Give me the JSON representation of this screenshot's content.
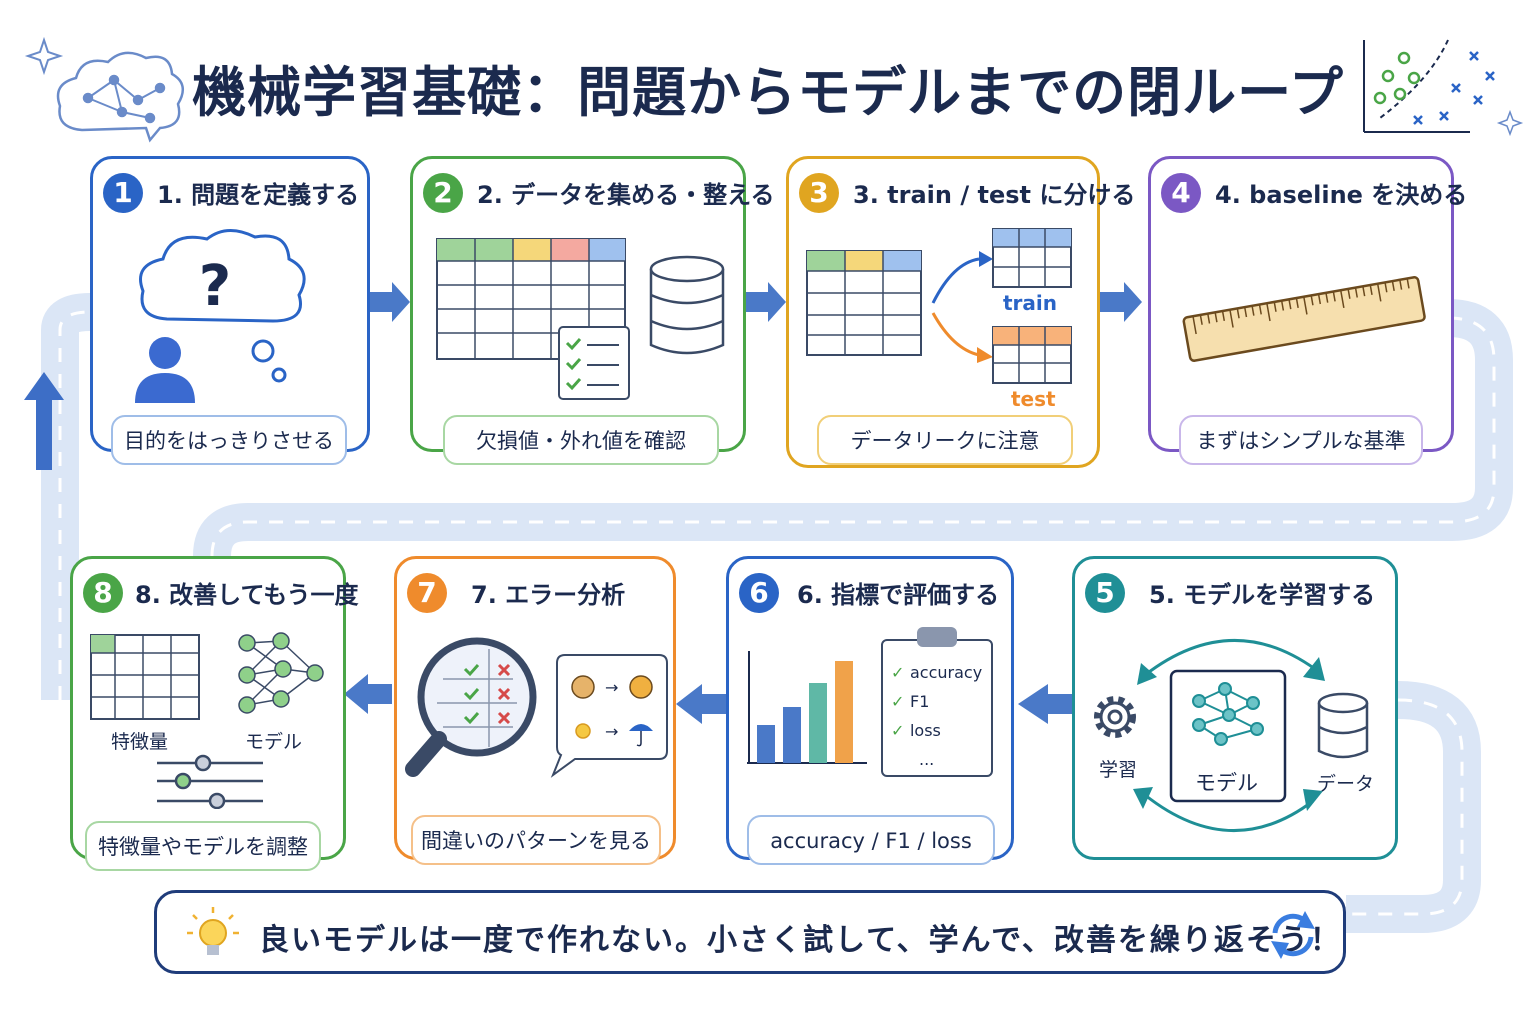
{
  "title": "機械学習基礎：問題からモデルまでの閉ループ",
  "colors": {
    "blue": "#2a64c6",
    "green": "#4aa547",
    "yellow": "#e0a520",
    "purple": "#7b58c4",
    "teal": "#1f8f96",
    "orange": "#ef8b2c",
    "navy": "#1b2a4e",
    "path": "#dbe6f6"
  },
  "steps": [
    {
      "num": "1",
      "title": "1. 問題を定義する",
      "note": "目的をはっきりさせる"
    },
    {
      "num": "2",
      "title": "2. データを集める・整える",
      "note": "欠損値・外れ値を確認"
    },
    {
      "num": "3",
      "title": "3. train / test に分ける",
      "note": "データリークに注意",
      "labels": {
        "train": "train",
        "test": "test"
      }
    },
    {
      "num": "4",
      "title": "4. baseline を決める",
      "note": "まずはシンプルな基準"
    },
    {
      "num": "5",
      "title": "5. モデルを学習する",
      "labels": {
        "learn": "学習",
        "model": "モデル",
        "data": "データ"
      }
    },
    {
      "num": "6",
      "title": "6. 指標で評価する",
      "note": "accuracy / F1 / loss",
      "checklist": [
        "accuracy",
        "F1",
        "loss",
        "..."
      ]
    },
    {
      "num": "7",
      "title": "7. エラー分析",
      "note": "間違いのパターンを見る"
    },
    {
      "num": "8",
      "title": "8. 改善してもう一度",
      "note": "特徴量やモデルを調整",
      "labels": {
        "features": "特徴量",
        "model": "モデル"
      }
    }
  ],
  "banner": "良いモデルは一度で作れない。小さく試して、学んで、改善を繰り返そう！"
}
